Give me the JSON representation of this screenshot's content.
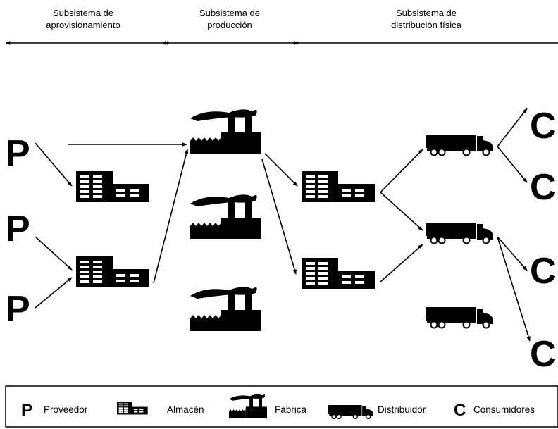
{
  "headers": {
    "supply": [
      "Subsistema de",
      "aprovisionamiento"
    ],
    "production": [
      "Subsistema de",
      "producción"
    ],
    "distribution": [
      "Subsistema de",
      "distribución física"
    ]
  },
  "nodes": {
    "supplier_letter": "P",
    "consumer_letter": "C"
  },
  "legend": {
    "supplier_symbol": "P",
    "supplier": "Proveedor",
    "warehouse": "Almacén",
    "factory": "Fábrica",
    "distributor": "Distribuidor",
    "consumer_symbol": "C",
    "consumers": "Consumidores"
  },
  "icons": {
    "warehouse": "warehouse-icon",
    "factory": "factory-icon",
    "truck": "truck-icon"
  }
}
